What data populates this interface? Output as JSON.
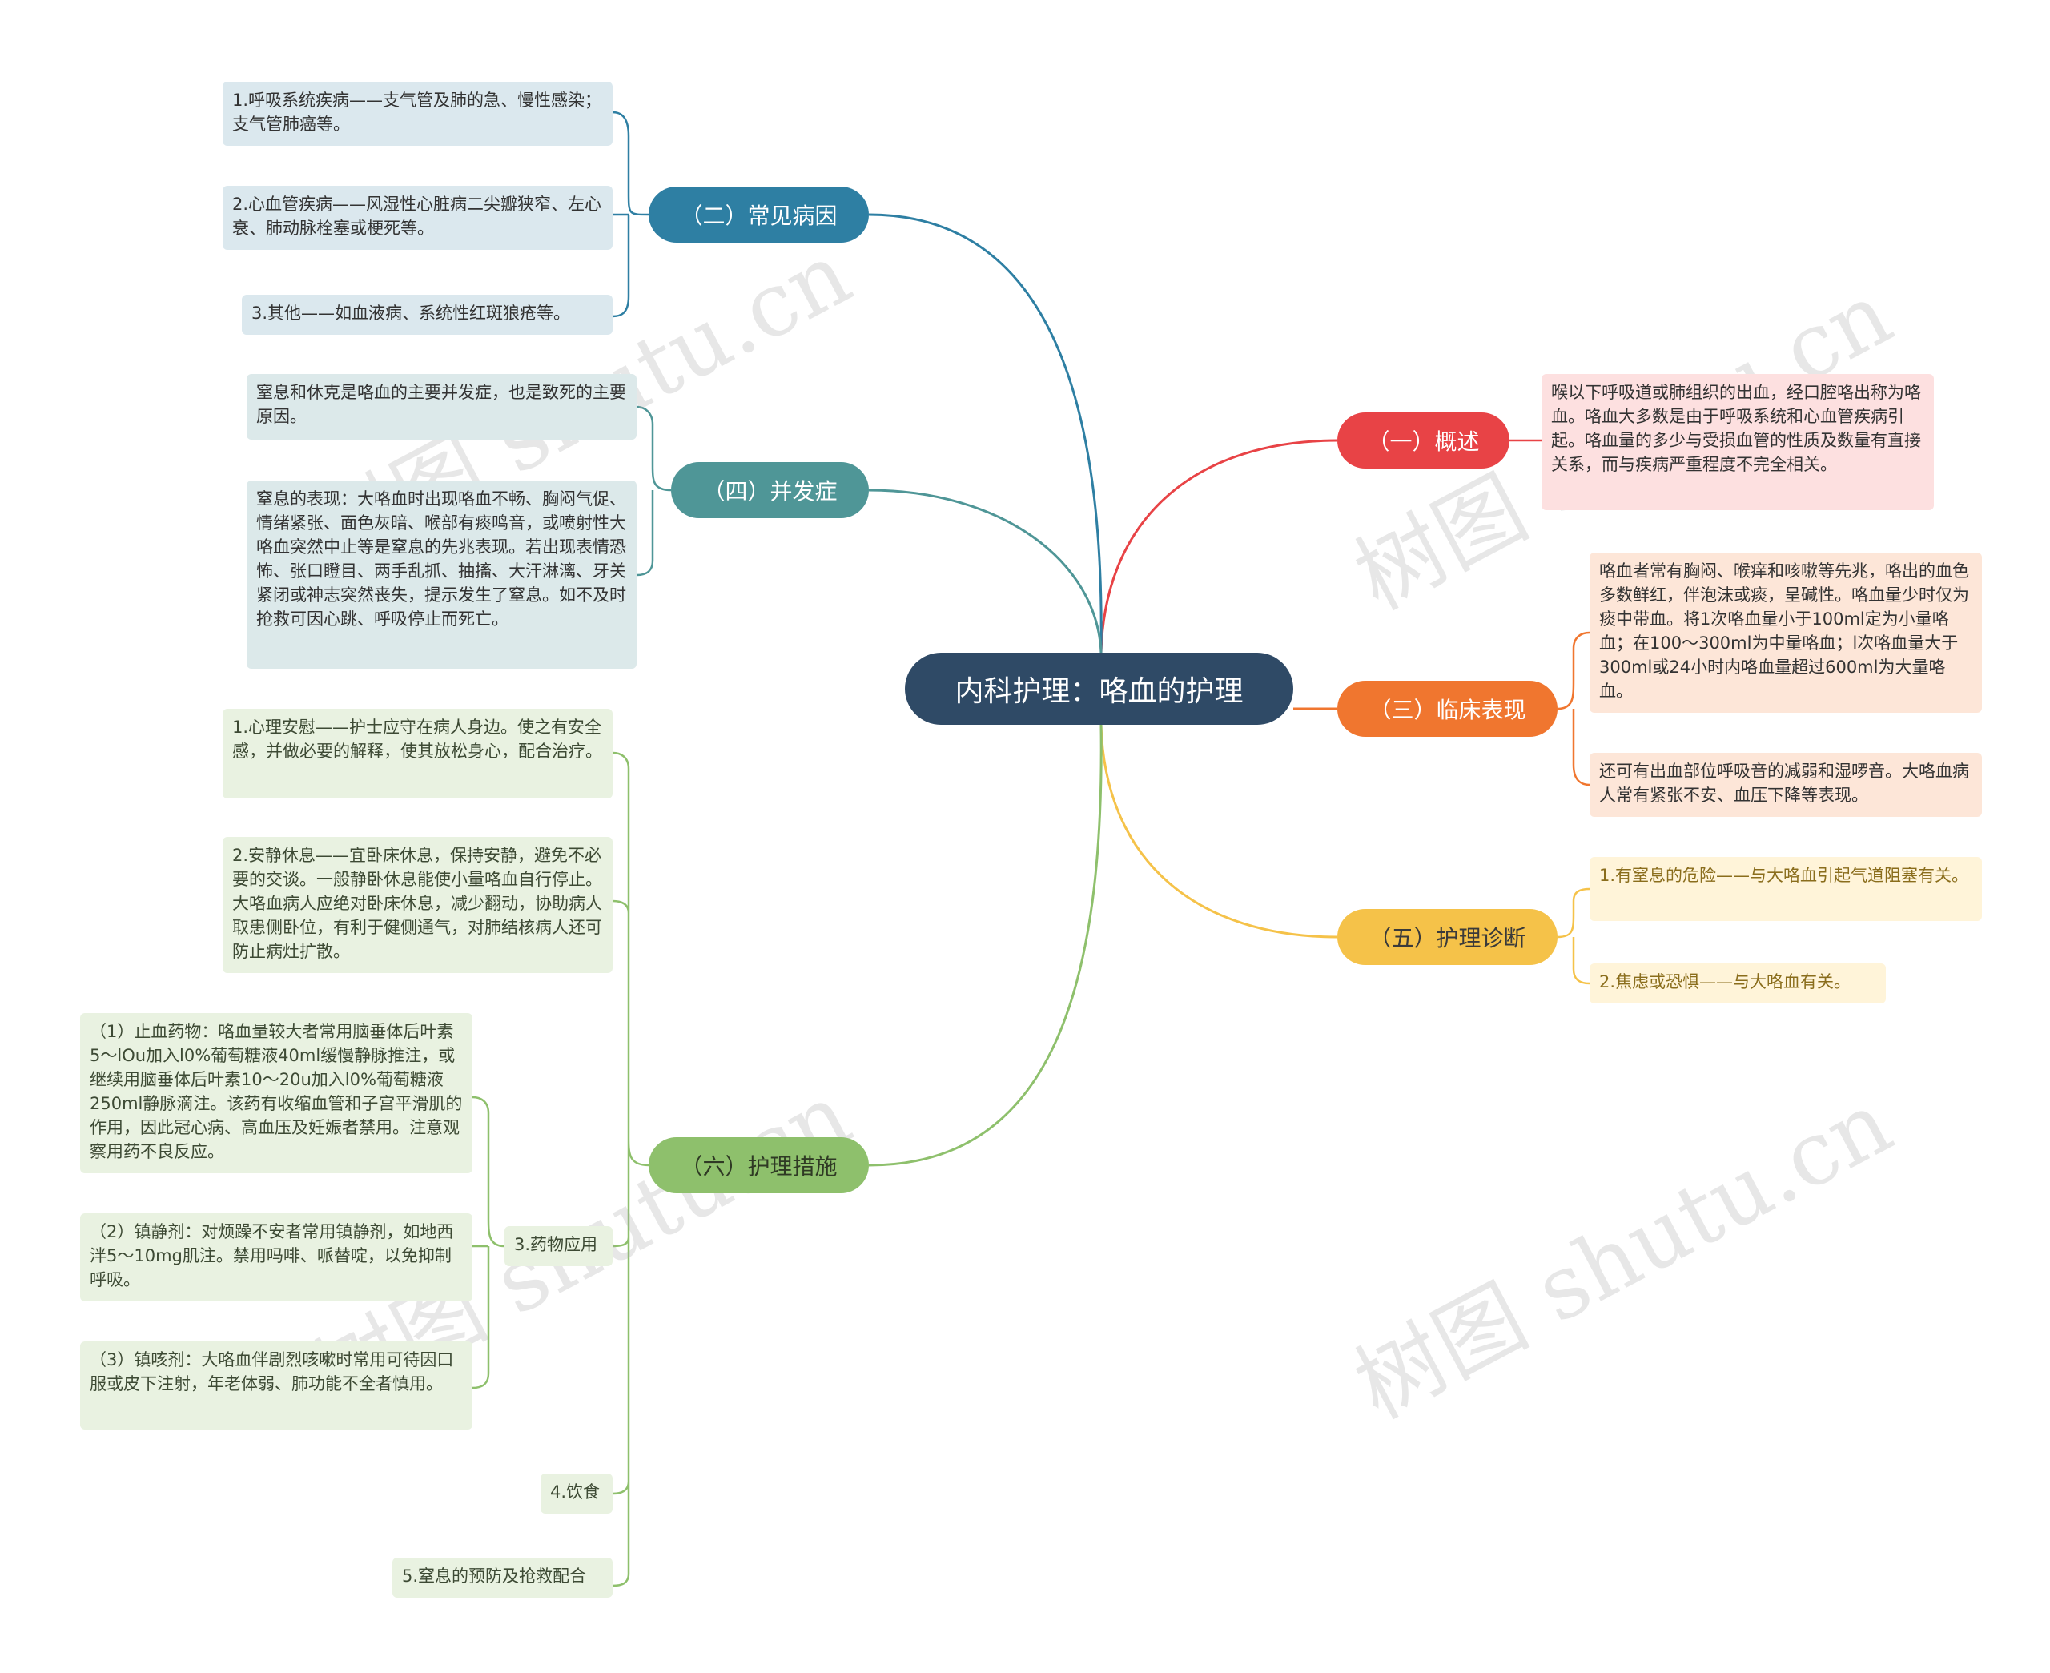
{
  "root": {
    "title": "内科护理：咯血的护理"
  },
  "watermark": "树图 shutu.cn",
  "colors": {
    "root": "#2f4a66",
    "red": "#e84346",
    "orange": "#f0762f",
    "yellow": "#f5c249",
    "blue": "#2e7fa3",
    "teal": "#4f9697",
    "green": "#8ec06c"
  },
  "branches": {
    "overview": {
      "label": "（一）概述",
      "text": "喉以下呼吸道或肺组织的出血，经口腔咯出称为咯血。咯血大多数是由于呼吸系统和心血管疾病引起。咯血量的多少与受损血管的性质及数量有直接关系，而与疾病严重程度不完全相关。"
    },
    "causes": {
      "label": "（二）常见病因",
      "items": [
        "1.呼吸系统疾病——支气管及肺的急、慢性感染；支气管肺癌等。",
        "2.心血管疾病——风湿性心脏病二尖瓣狭窄、左心衰、肺动脉栓塞或梗死等。",
        "3.其他——如血液病、系统性红斑狼疮等。"
      ]
    },
    "clinical": {
      "label": "（三）临床表现",
      "items": [
        "咯血者常有胸闷、喉痒和咳嗽等先兆，咯出的血色多数鲜红，伴泡沫或痰，呈碱性。咯血量少时仅为痰中带血。将1次咯血量小于100ml定为小量咯血；在100～300ml为中量咯血；l次咯血量大于300ml或24小时内咯血量超过600ml为大量咯血。",
        "还可有出血部位呼吸音的减弱和湿啰音。大咯血病人常有紧张不安、血压下降等表现。"
      ]
    },
    "complications": {
      "label": "（四）并发症",
      "items": [
        "窒息和休克是咯血的主要并发症，也是致死的主要原因。",
        "窒息的表现：大咯血时出现咯血不畅、胸闷气促、情绪紧张、面色灰暗、喉部有痰鸣音，或喷射性大咯血突然中止等是窒息的先兆表现。若出现表情恐怖、张口瞪目、两手乱抓、抽搐、大汗淋漓、牙关紧闭或神志突然丧失，提示发生了窒息。如不及时抢救可因心跳、呼吸停止而死亡。"
      ]
    },
    "diagnosis": {
      "label": "（五）护理诊断",
      "items": [
        "1.有窒息的危险——与大咯血引起气道阻塞有关。",
        "2.焦虑或恐惧——与大咯血有关。"
      ]
    },
    "measures": {
      "label": "（六）护理措施",
      "items": [
        "1.心理安慰——护士应守在病人身边。使之有安全感，并做必要的解释，使其放松身心，配合治疗。",
        "2.安静休息——宜卧床休息，保持安静，避免不必要的交谈。一般静卧休息能使小量咯血自行停止。大咯血病人应绝对卧床休息，减少翻动，协助病人取患侧卧位，有利于健侧通气，对肺结核病人还可防止病灶扩散。",
        "3.药物应用",
        "4.饮食",
        "5.窒息的预防及抢救配合"
      ],
      "drugs": [
        "（1）止血药物：咯血量较大者常用脑垂体后叶素5～lOu加入l0%葡萄糖液40ml缓慢静脉推注，或继续用脑垂体后叶素10～20u加入l0%葡萄糖液250ml静脉滴注。该药有收缩血管和子宫平滑肌的作用，因此冠心病、高血压及妊娠者禁用。注意观察用药不良反应。",
        "（2）镇静剂：对烦躁不安者常用镇静剂，如地西泮5～10mg肌注。禁用吗啡、哌替啶，以免抑制呼吸。",
        "（3）镇咳剂：大咯血伴剧烈咳嗽时常用可待因口服或皮下注射，年老体弱、肺功能不全者慎用。"
      ]
    }
  }
}
